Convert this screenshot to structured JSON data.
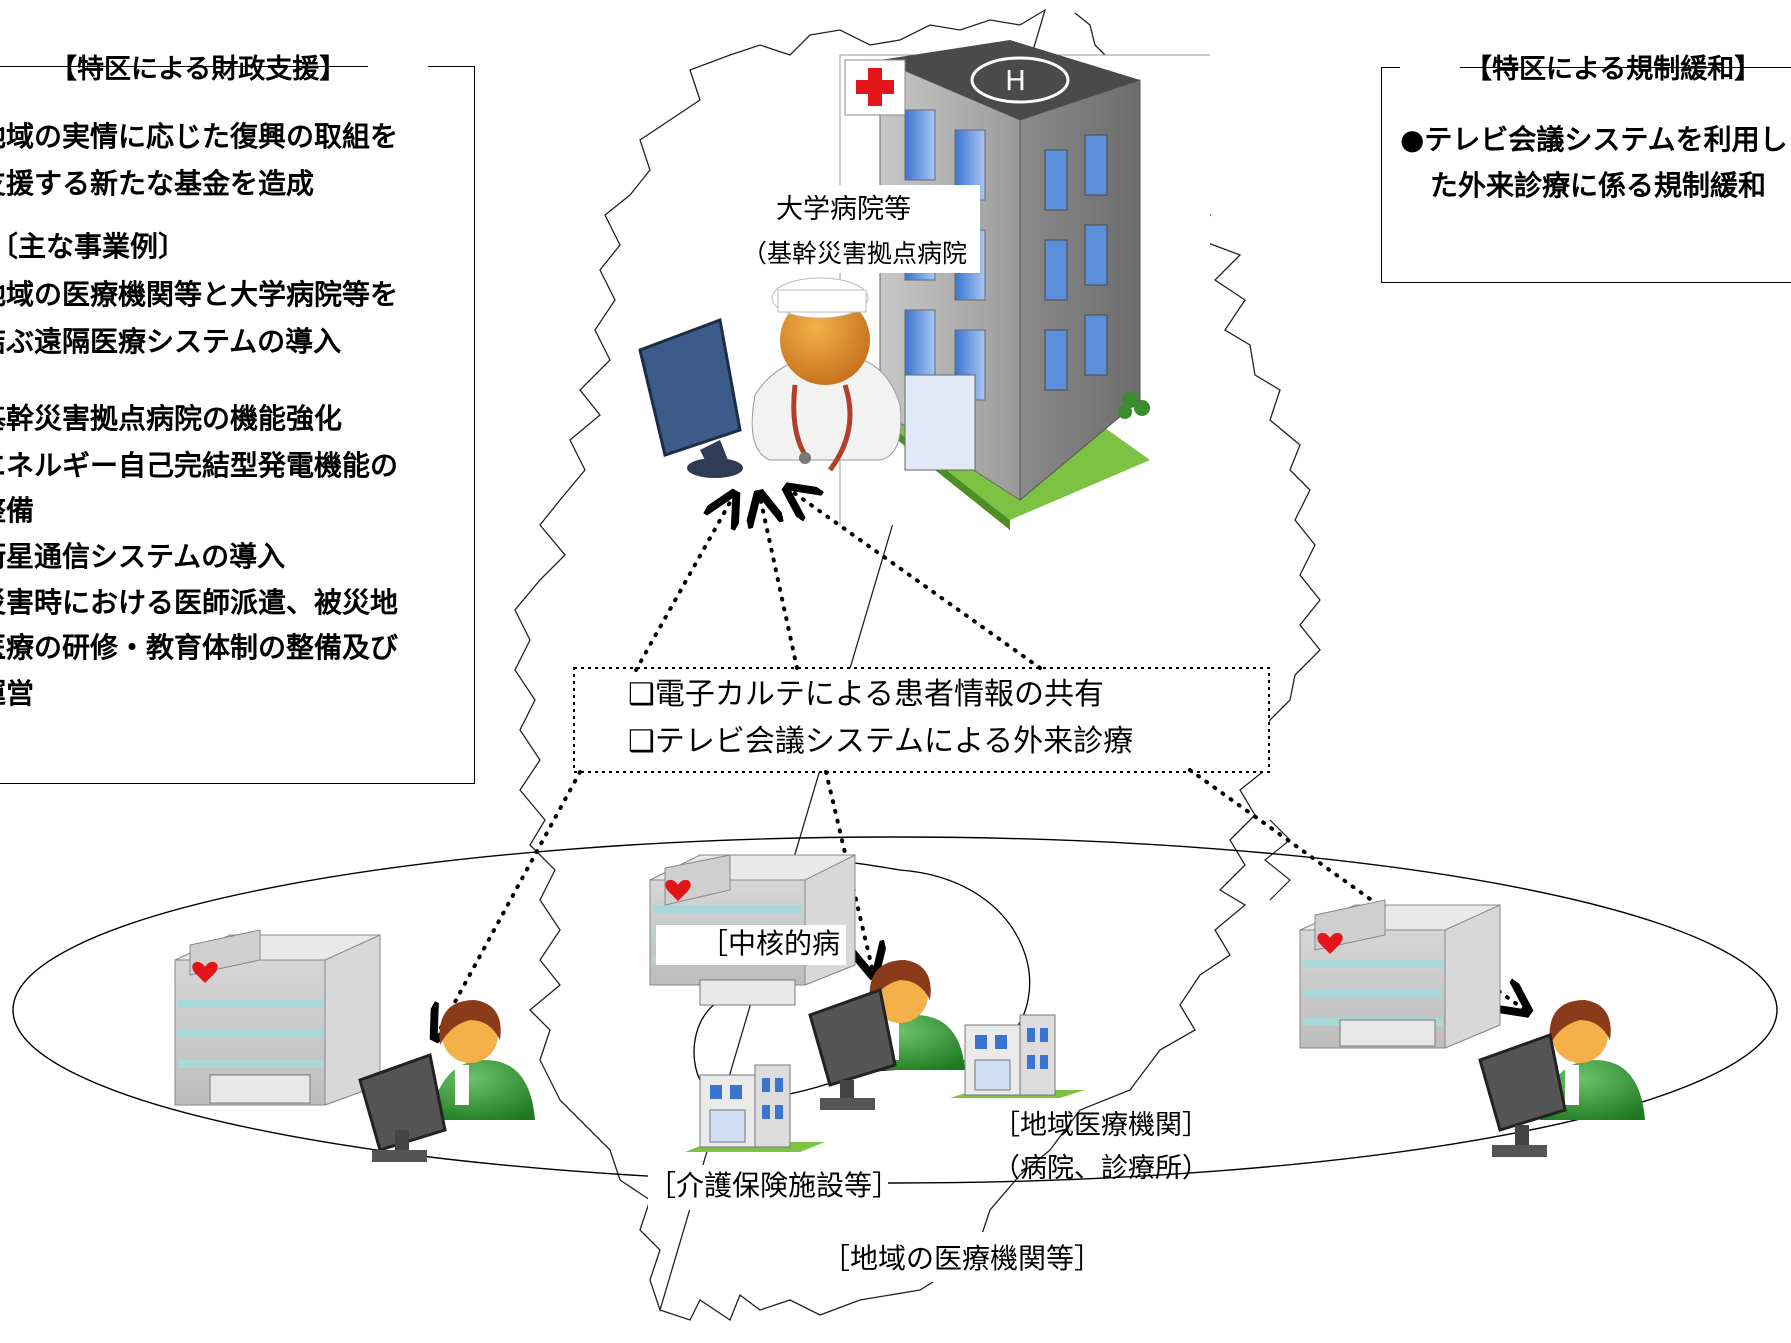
{
  "left_panel": {
    "heading": "【特区による財政支援】",
    "lines": [
      "地域の実情に応じた復興の取組を",
      "支援する新たな基金を造成",
      "〔主な事業例〕",
      "地域の医療機関等と大学病院等を",
      "結ぶ遠隔医療システムの導入",
      "基幹災害拠点病院の機能強化",
      "エネルギー自己完結型発電機能の",
      "整備",
      "衛星通信システムの導入",
      "災害時における医師派遣、被災地",
      "医療の研修・教育体制の整備及び",
      "運営"
    ]
  },
  "right_panel": {
    "heading": "【特区による規制緩和】",
    "lines": [
      "●テレビ会議システムを利用し",
      "た外来診療に係る規制緩和"
    ]
  },
  "hub": {
    "name": "大学病院等",
    "subname": "（基幹災害拠点病院"
  },
  "services": {
    "items": [
      "❑電子カルテによる患者情報の共有",
      "❑テレビ会議システムによる外来診療"
    ]
  },
  "regional": {
    "core_hospital": "［中核的病",
    "local_institution": "［地域医療機関］",
    "local_institution_detail": "（病院、診療所）",
    "care_facility": "［介護保険施設等］",
    "region_label": "［地域の医療機関等］"
  },
  "colors": {
    "building_gray": "#a6a6a6",
    "roof_dark": "#4a4a4a",
    "lawn_green": "#7dc242",
    "doctor_skin": "#d9862a",
    "patient_green": "#3a9a3a",
    "patient_hair": "#8b3a1a",
    "heart_red": "#e3141a",
    "window_blue": "#5b8fd9"
  },
  "icons": [
    "hospital-building-icon",
    "doctor-icon",
    "monitor-icon",
    "clinic-building-icon",
    "care-facility-icon",
    "patient-doctor-icon",
    "heart-icon"
  ]
}
